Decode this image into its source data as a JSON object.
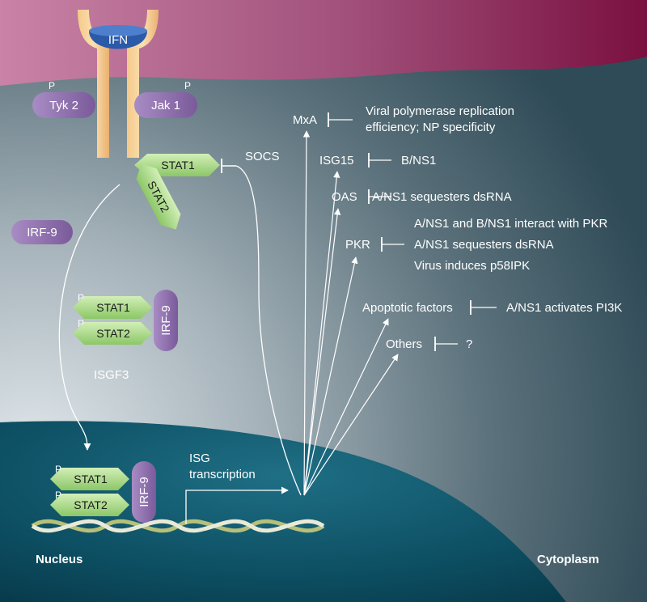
{
  "ligand": {
    "ifn": "IFN"
  },
  "kinases": {
    "tyk2": "Tyk 2",
    "jak1": "Jak 1",
    "phospho": "P"
  },
  "stats": {
    "stat1": "STAT1",
    "stat2": "STAT2",
    "irf9": "IRF-9",
    "socs": "SOCS"
  },
  "complex": {
    "isgf3": "ISGF3"
  },
  "transcription": {
    "line1": "ISG",
    "line2": "transcription"
  },
  "compartments": {
    "nucleus": "Nucleus",
    "cytoplasm": "Cytoplasm"
  },
  "effectors": {
    "mxa": {
      "name": "MxA",
      "inhibitor_line1": "Viral polymerase replication",
      "inhibitor_line2": "efficiency; NP specificity"
    },
    "isg15": {
      "name": "ISG15",
      "inhibitor": "B/NS1"
    },
    "oas": {
      "name": "OAS",
      "inhibitor": "A/NS1 sequesters dsRNA"
    },
    "pkr": {
      "name": "PKR",
      "inhibitor_line1": "A/NS1 and B/NS1 interact with PKR",
      "inhibitor_line2": "A/NS1 sequesters dsRNA",
      "inhibitor_line3": "Virus induces p58IPK"
    },
    "apoptotic": {
      "name": "Apoptotic factors",
      "inhibitor": "A/NS1 activates PI3K"
    },
    "others": {
      "name": "Others",
      "inhibitor": "?"
    }
  },
  "colors": {
    "membrane": "#b85c87",
    "cytoplasm": "#3d5a66",
    "nucleus": "#0e4a5e",
    "stat": "#a8d68a",
    "irf": "#8a6aa8",
    "receptor": "#f0c080",
    "ifn": "#2a5aa8"
  }
}
